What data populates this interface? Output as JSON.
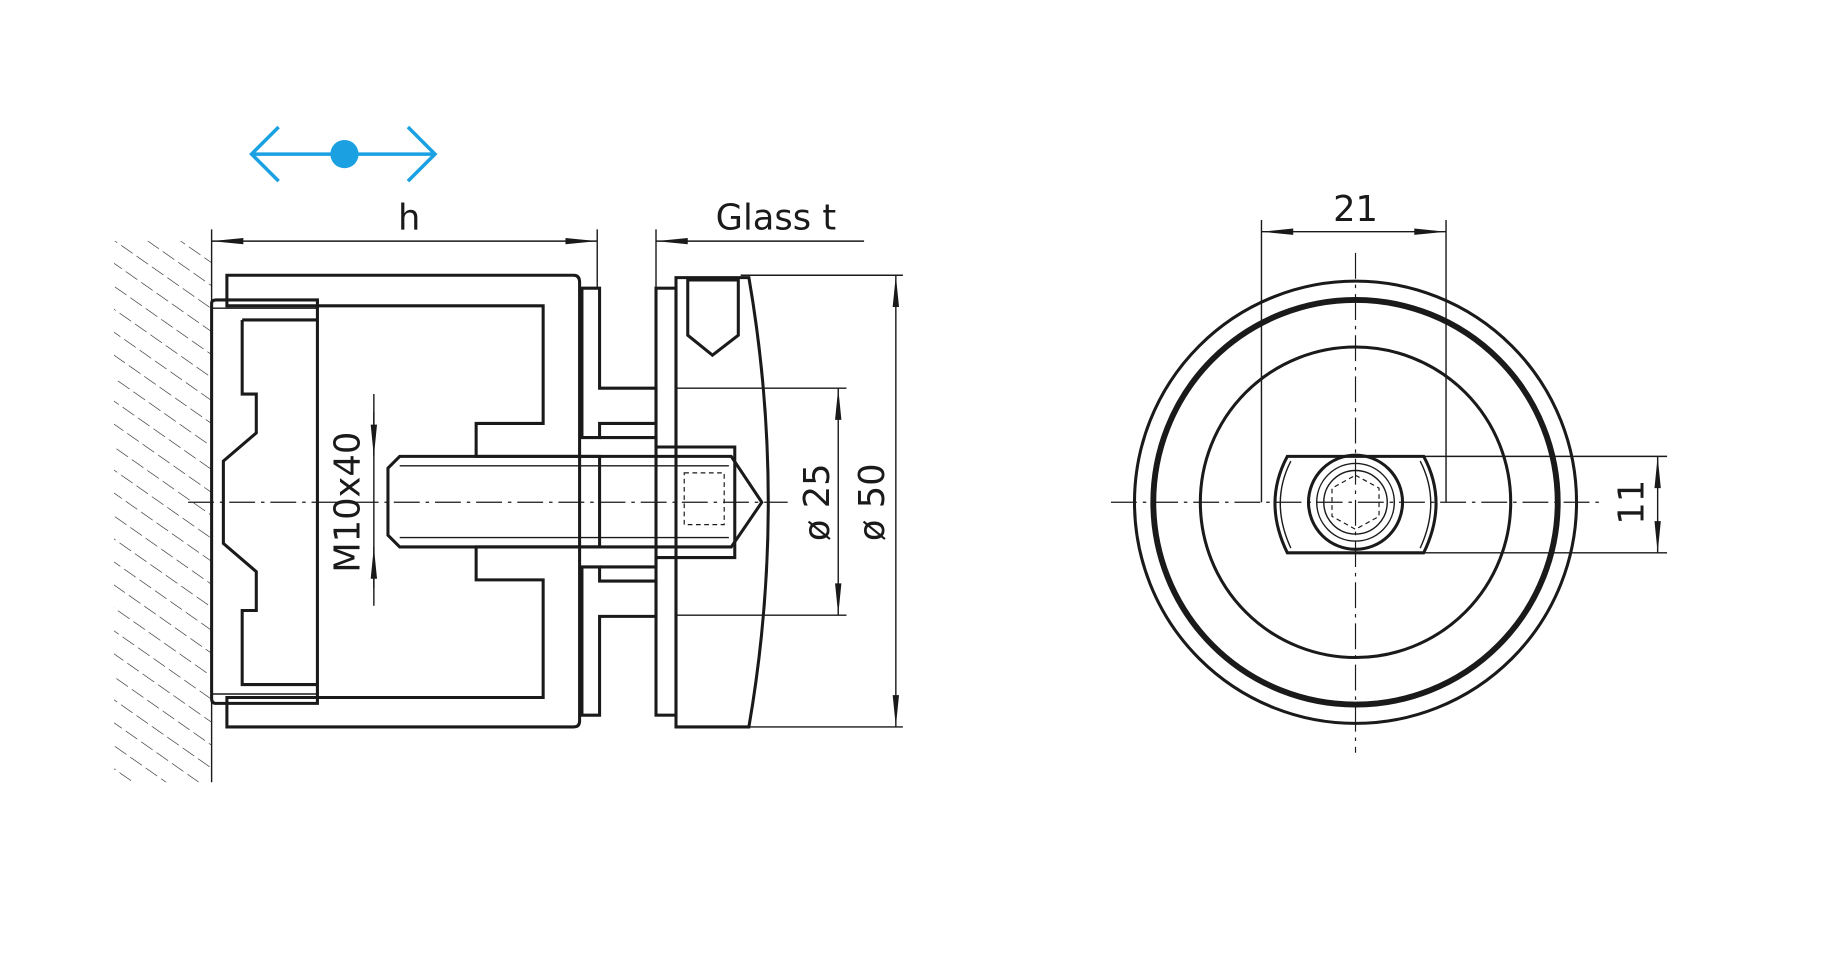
{
  "colors": {
    "accent": "#1ba1e2",
    "line": "#1a1a1a"
  },
  "icons": {
    "move_indicator": "double-arrow-with-dot"
  },
  "side_view": {
    "dim_h": "h",
    "dim_glass": "Glass t",
    "dim_bolt": "M10x40",
    "dim_d25": "ø 25",
    "dim_d50": "ø 50"
  },
  "front_view": {
    "dim_width": "21",
    "dim_height": "11"
  }
}
